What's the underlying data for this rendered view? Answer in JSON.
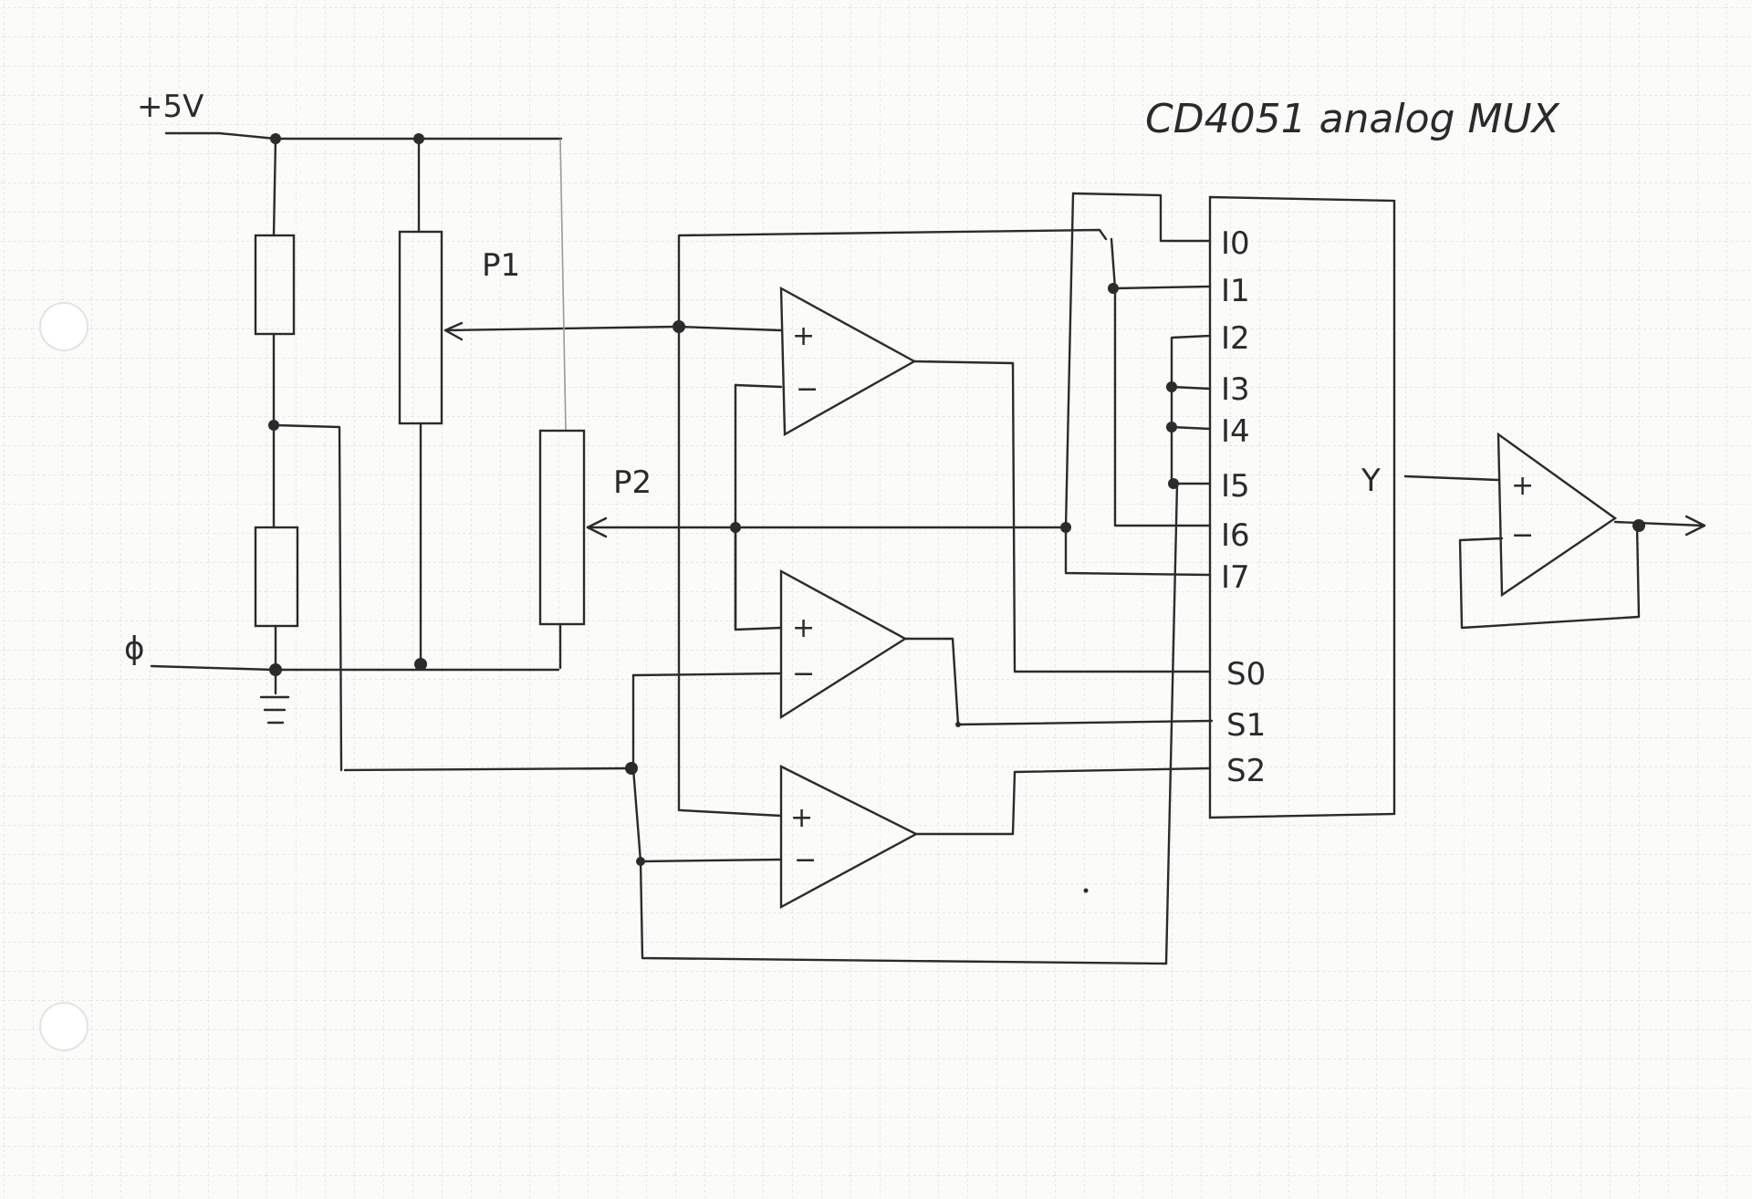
{
  "diagram": {
    "title": "CD4051 analog MUX",
    "supply_label": "+5V",
    "ground_label": "ϕ",
    "pot_labels": [
      "P1",
      "P2"
    ],
    "mux_input_pins": [
      "I0",
      "I1",
      "I2",
      "I3",
      "I4",
      "I5",
      "I6",
      "I7"
    ],
    "mux_select_pins": [
      "S0",
      "S1",
      "S2"
    ],
    "mux_output_pin": "Y",
    "opamp_plus": "+",
    "opamp_minus": "−",
    "colors": {
      "paper": "#fbfbfa",
      "grid": "#d6d6d6",
      "ink": "#2b2b2b"
    }
  }
}
